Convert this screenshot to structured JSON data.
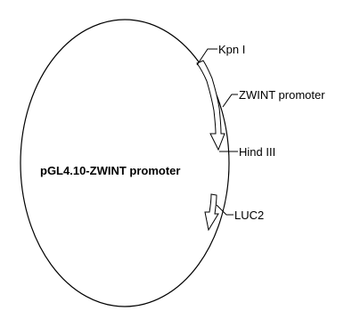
{
  "plasmid": {
    "name": "pGL4.10-ZWINT promoter"
  },
  "features": {
    "kpn1": "Kpn I",
    "zwint_promoter": "ZWINT promoter",
    "hind3": "Hind III",
    "luc2": "LUC2"
  },
  "colors": {
    "line": "#000000",
    "arrow_fill": "#ffffff",
    "background": "#ffffff"
  }
}
